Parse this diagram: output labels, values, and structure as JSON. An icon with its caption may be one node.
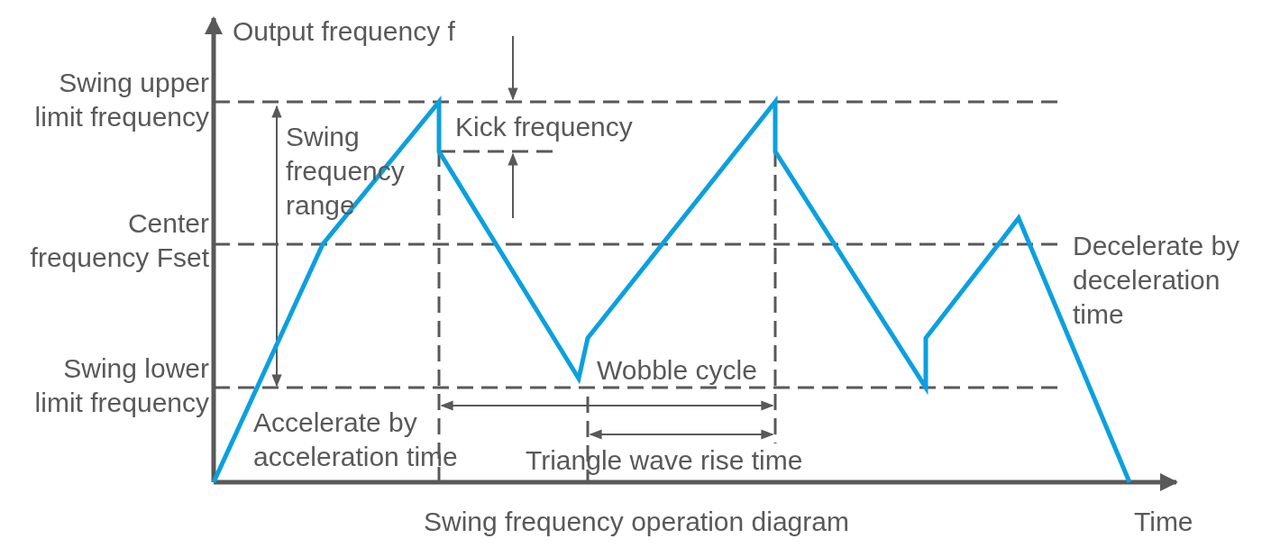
{
  "diagram": {
    "caption": "Swing frequency operation diagram",
    "labels": [
      "Output frequency f",
      "Swing upper limit frequency",
      "Kick frequency",
      "Swing frequency range",
      "Center frequency Fset",
      "Decelerate by deceleration time",
      "Swing lower limit frequency",
      "Wobble cycle",
      "Accelerate by acceleration time",
      "Triangle wave rise time",
      "Time"
    ]
  }
}
